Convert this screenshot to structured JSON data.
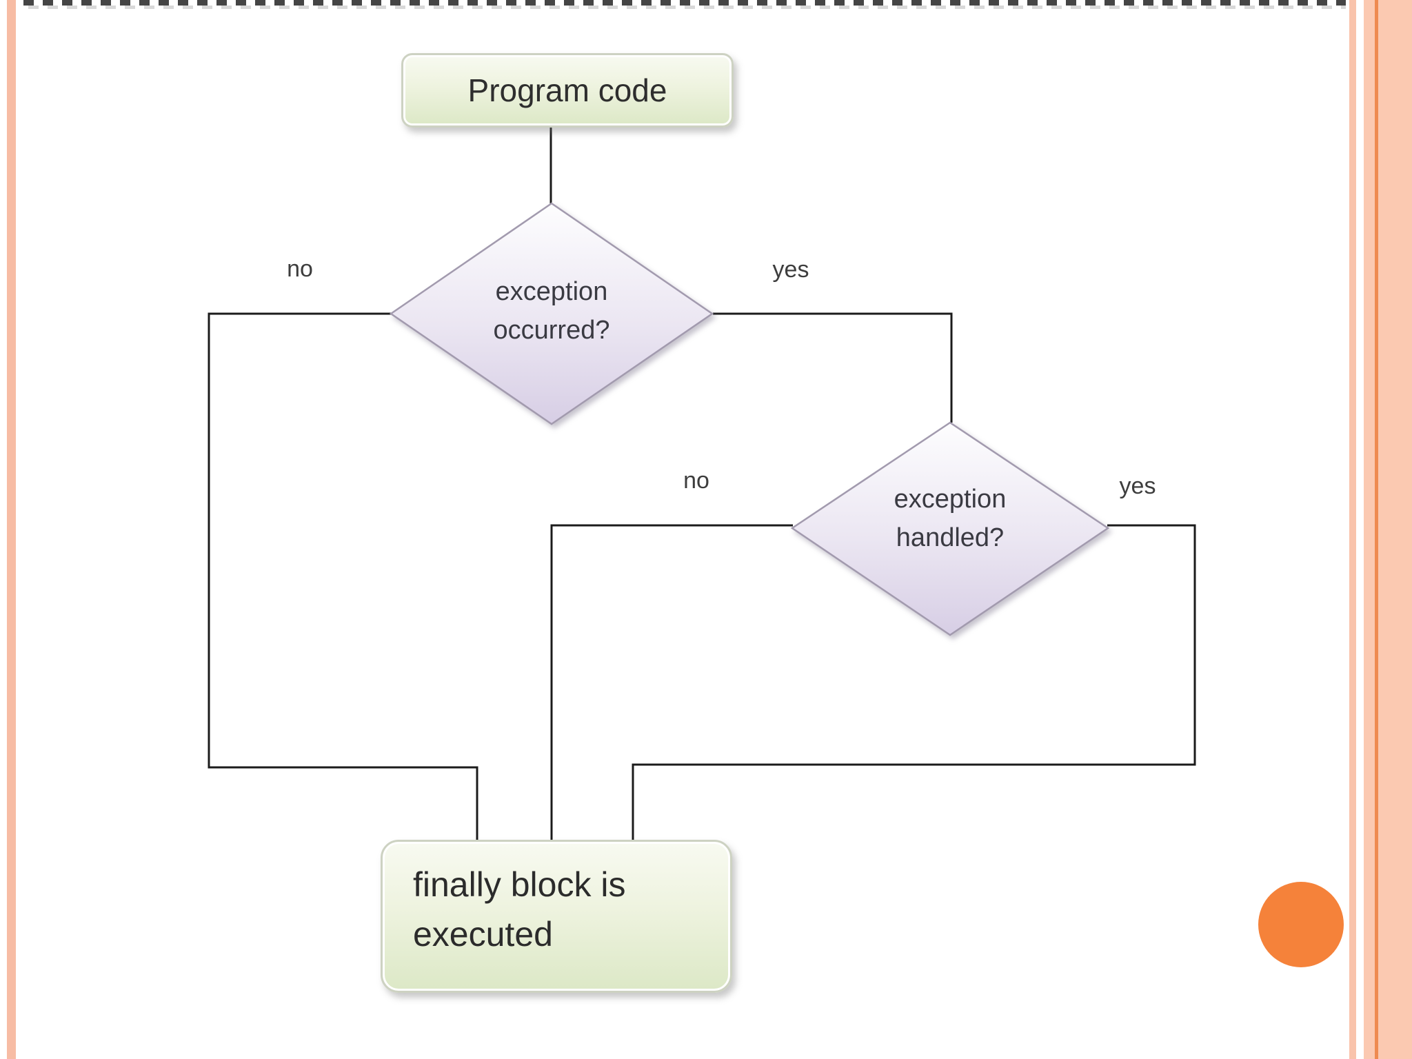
{
  "slide": {
    "colors": {
      "accent_stripe": "#f7bca4",
      "accent_band": "#fbc9b1",
      "accent_band_line": "#ee8a50",
      "accent_circle": "#f5823a",
      "top_dash": "#454545",
      "background": "#ffffff"
    }
  },
  "flowchart": {
    "colors": {
      "process_fill_top": "#f8faf1",
      "process_fill_bottom": "#dce8c6",
      "decision_fill_top": "#fdfdfe",
      "decision_fill_bottom": "#d7cee5",
      "connector": "#1b1b1b"
    },
    "start_box": {
      "label": "Program code"
    },
    "decision_exception_occurred": {
      "text_line1": "exception",
      "text_line2": "occurred?",
      "no_label": "no",
      "yes_label": "yes"
    },
    "decision_exception_handled": {
      "text_line1": "exception",
      "text_line2": "handled?",
      "no_label": "no",
      "yes_label": "yes"
    },
    "finally_box": {
      "text_line1": "finally block is",
      "text_line2": "executed"
    }
  }
}
